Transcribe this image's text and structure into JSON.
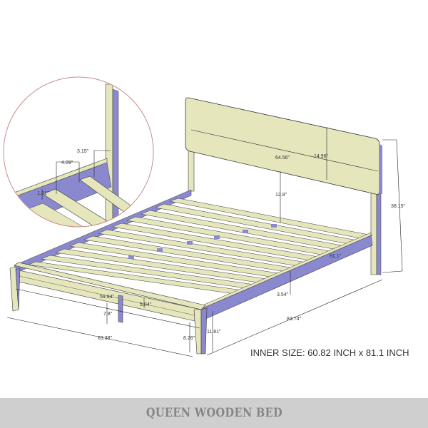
{
  "title": "QUEEN WOODEN BED",
  "inner_size": "INNER SIZE: 60.82 INCH x 81.1 INCH",
  "colors": {
    "wood": "#e6e6bd",
    "side": "#8a89cf",
    "outline": "#3a3a3a",
    "detail_circle": "#c98a8a",
    "banner_bg": "#cfcfcf",
    "banner_text": "#858585"
  },
  "dimensions": {
    "headboard_width": "64.56\"",
    "headboard_height": "14.96\"",
    "headboard_clearance": "12.8\"",
    "total_height": "38.15\"",
    "side_rail_length": "81.1\"",
    "rail_height": "3.54\"",
    "total_length": "83.74\"",
    "footboard_inner_width": "59.84\"",
    "footboard_rail_height": "5.04\"",
    "center_leg_height": "7.8\"",
    "total_width": "63.38\"",
    "leg_clearance": "8.26\"",
    "frame_height": "11.81\""
  },
  "detail": {
    "slat_gap": "3.15\"",
    "slat_width": "4.09\"",
    "slat_thickness": "1.21\""
  }
}
